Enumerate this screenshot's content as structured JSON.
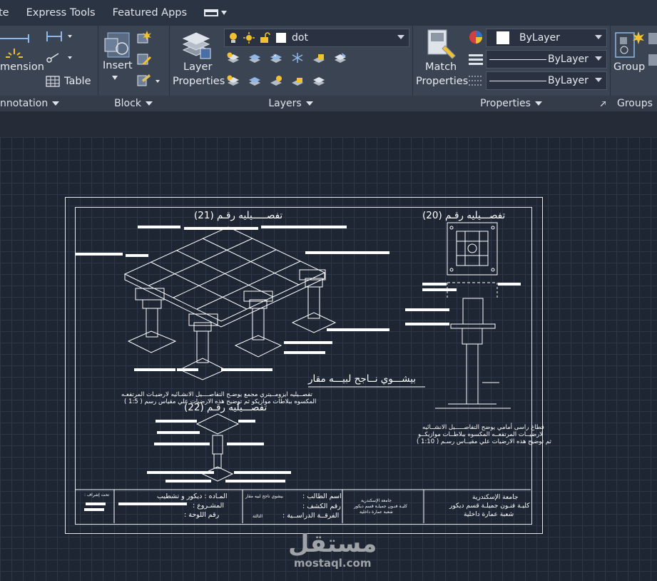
{
  "menubar": {
    "items": [
      "te",
      "Express Tools",
      "Featured Apps"
    ]
  },
  "ribbon": {
    "annotation": {
      "dimension_label": "mension",
      "table_label": "Table",
      "panel_title": "nnotation"
    },
    "block": {
      "insert_label": "Insert",
      "panel_title": "Block"
    },
    "layers": {
      "layer_properties_label": [
        "Layer",
        "Properties"
      ],
      "current_layer": "dot",
      "panel_title": "Layers"
    },
    "properties": {
      "match_properties_label": [
        "Match",
        "Properties"
      ],
      "color_value": "ByLayer",
      "linetype_value": "ByLayer",
      "lineweight_value": "ByLayer",
      "panel_title": "Properties"
    },
    "groups": {
      "group_label": "Group",
      "panel_title": "Groups"
    }
  },
  "drawing": {
    "detail_21_title": "تفصـــــيليه رقـم (21)",
    "detail_20_title": "تفصـــيليه رقـم (20)",
    "detail_22_title": "تفصـــيليه رقـم (22)",
    "main_caption": "بيشـــوي نــاجح لبيـــه مقار",
    "desc_21": [
      "تفصــيليه ايزومــيتري مجمع يوضـح التفاصــــيل الانشـائيه لارضيـات المرتفعـه",
      "المكسوه ببلاطات موازيكو ثم توضيح هذه الارضيات علي مقياس رسم ( 1:5 )"
    ],
    "desc_20": [
      "قطاع راسى أمامي يوضح التفاصـــــيل الانشــائيه",
      "لارضيــات المرتفعــه المكسوه ببلاطــات موازيكــو",
      "ثم توضيح هذه الارضيات علي مقيــاس رسـم ( 1:10 )"
    ]
  },
  "titleblock": {
    "university": [
      "جامعة الإسكندرية",
      "كليـة فنـون جميلـة قسم ديكور",
      "شعبة عمارة داخلية"
    ],
    "student_name_label": "اسم الطالب :",
    "student_name_value": "بيشوي ناجح لبيه مقار",
    "roll_label": "رقم الكشف :",
    "year_label": "الفرقــة الدراســية :",
    "year_value": "الثالثة",
    "subject_label": "المـاده : ديكور و تشطيب",
    "project_label": "المشـروع :",
    "sheet_label": "رقم اللوحة :",
    "supervision_label": "تحت إشراف :",
    "small_univ": [
      "جامعة الإسكندرية",
      "كليـة فنـون جميلـة قسم ديكور",
      "شعبة عمارة داخلية"
    ]
  },
  "watermark": {
    "arabic": "مستقل",
    "latin": "mostaql.com"
  },
  "colors": {
    "background": "#1f2633",
    "ribbon": "#3b4453",
    "menubar": "#2b3442",
    "grid": "#2d3646",
    "lines": "#ffffff"
  }
}
